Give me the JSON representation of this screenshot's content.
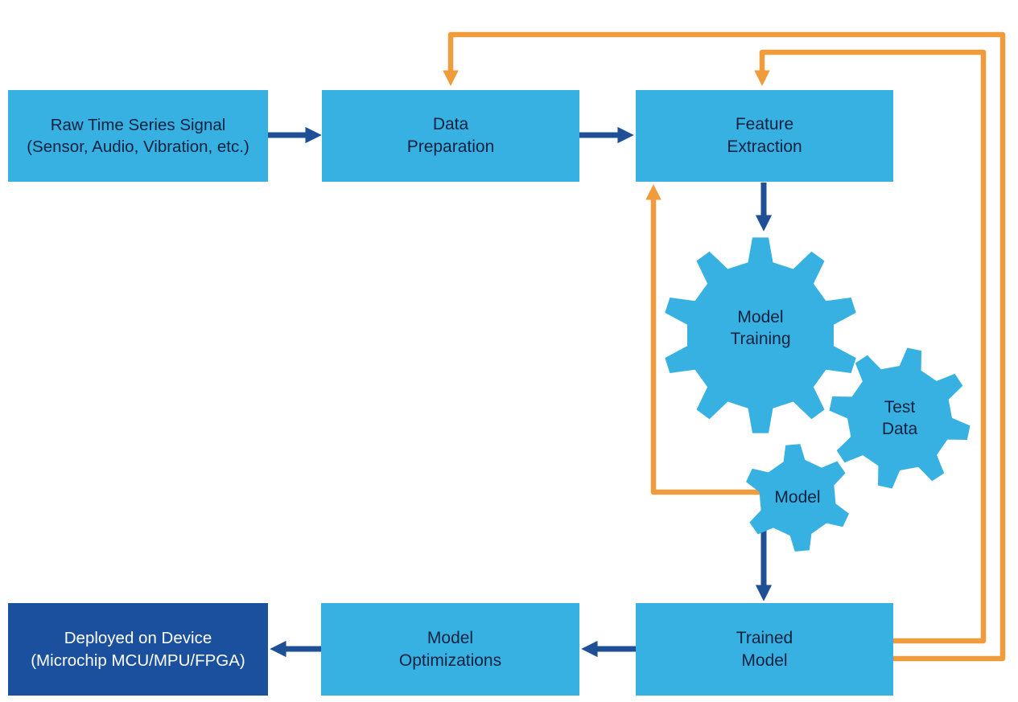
{
  "colors": {
    "box_light": "#36b1e2",
    "box_dark": "#1a509e",
    "arrow_navy": "#1f4f94",
    "arrow_orange": "#f09b3c",
    "text_dark": "#0e2240",
    "text_light": "#ffffff"
  },
  "boxes": {
    "raw_signal": {
      "lines": [
        "Raw Time Series Signal",
        "(Sensor, Audio, Vibration, etc.)"
      ]
    },
    "data_preparation": {
      "lines": [
        "Data",
        "Preparation"
      ]
    },
    "feature_extraction": {
      "lines": [
        "Feature",
        "Extraction"
      ]
    },
    "deployed": {
      "lines": [
        "Deployed on Device",
        "(Microchip MCU/MPU/FPGA)"
      ]
    },
    "model_optimizations": {
      "lines": [
        "Model",
        "Optimizations"
      ]
    },
    "trained_model": {
      "lines": [
        "Trained",
        "Model"
      ]
    }
  },
  "gears": [
    {
      "name": "model-training",
      "label": [
        "Model",
        "Training"
      ]
    },
    {
      "name": "test-data",
      "label": [
        "Test",
        "Data"
      ]
    },
    {
      "name": "model",
      "label": [
        "Model"
      ]
    }
  ],
  "edges": [
    {
      "from": "raw_signal",
      "to": "data_preparation",
      "color": "navy"
    },
    {
      "from": "data_preparation",
      "to": "feature_extraction",
      "color": "navy"
    },
    {
      "from": "feature_extraction",
      "to": "model_training_gear",
      "color": "navy"
    },
    {
      "from": "model_gear",
      "to": "trained_model",
      "color": "navy"
    },
    {
      "from": "trained_model",
      "to": "model_optimizations",
      "color": "navy"
    },
    {
      "from": "model_optimizations",
      "to": "deployed",
      "color": "navy"
    },
    {
      "from": "trained_model",
      "to": "data_preparation",
      "color": "orange"
    },
    {
      "from": "trained_model",
      "to": "feature_extraction",
      "color": "orange"
    },
    {
      "from": "model_gear",
      "to": "feature_extraction",
      "color": "orange"
    }
  ]
}
